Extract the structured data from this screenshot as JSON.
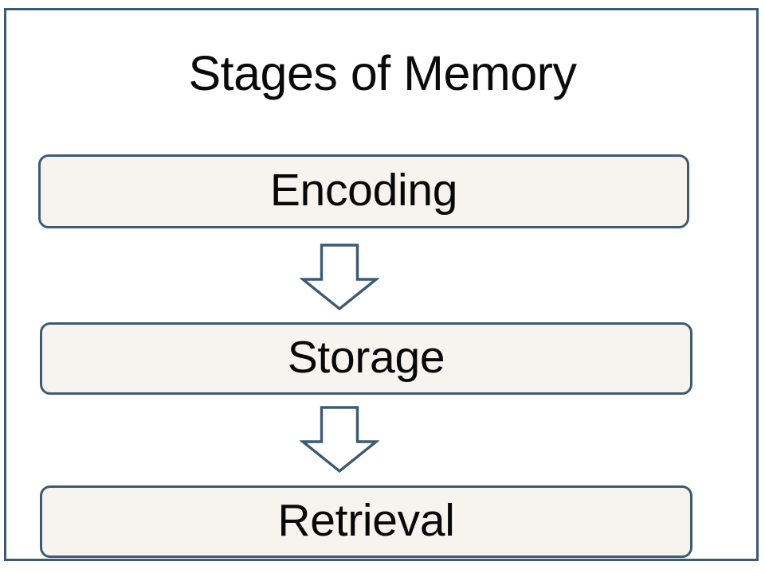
{
  "slide": {
    "title": "Stages of Memory",
    "background_color": "#ffffff",
    "frame_color": "#3d5a75",
    "title_color": "#0a0a0a"
  },
  "diagram": {
    "type": "vertical-flow",
    "box_fill_color": "#f7f4ef",
    "box_border_color": "#3d5a75",
    "arrow_fill_color": "#ffffff",
    "arrow_outline_color": "#3d5a75",
    "stages": [
      {
        "label": "Encoding",
        "order": 1
      },
      {
        "label": "Storage",
        "order": 2
      },
      {
        "label": "Retrieval",
        "order": 3
      }
    ],
    "connectors": [
      {
        "icon": "down-arrow-icon",
        "from": "Encoding",
        "to": "Storage"
      },
      {
        "icon": "down-arrow-icon",
        "from": "Storage",
        "to": "Retrieval"
      }
    ]
  }
}
